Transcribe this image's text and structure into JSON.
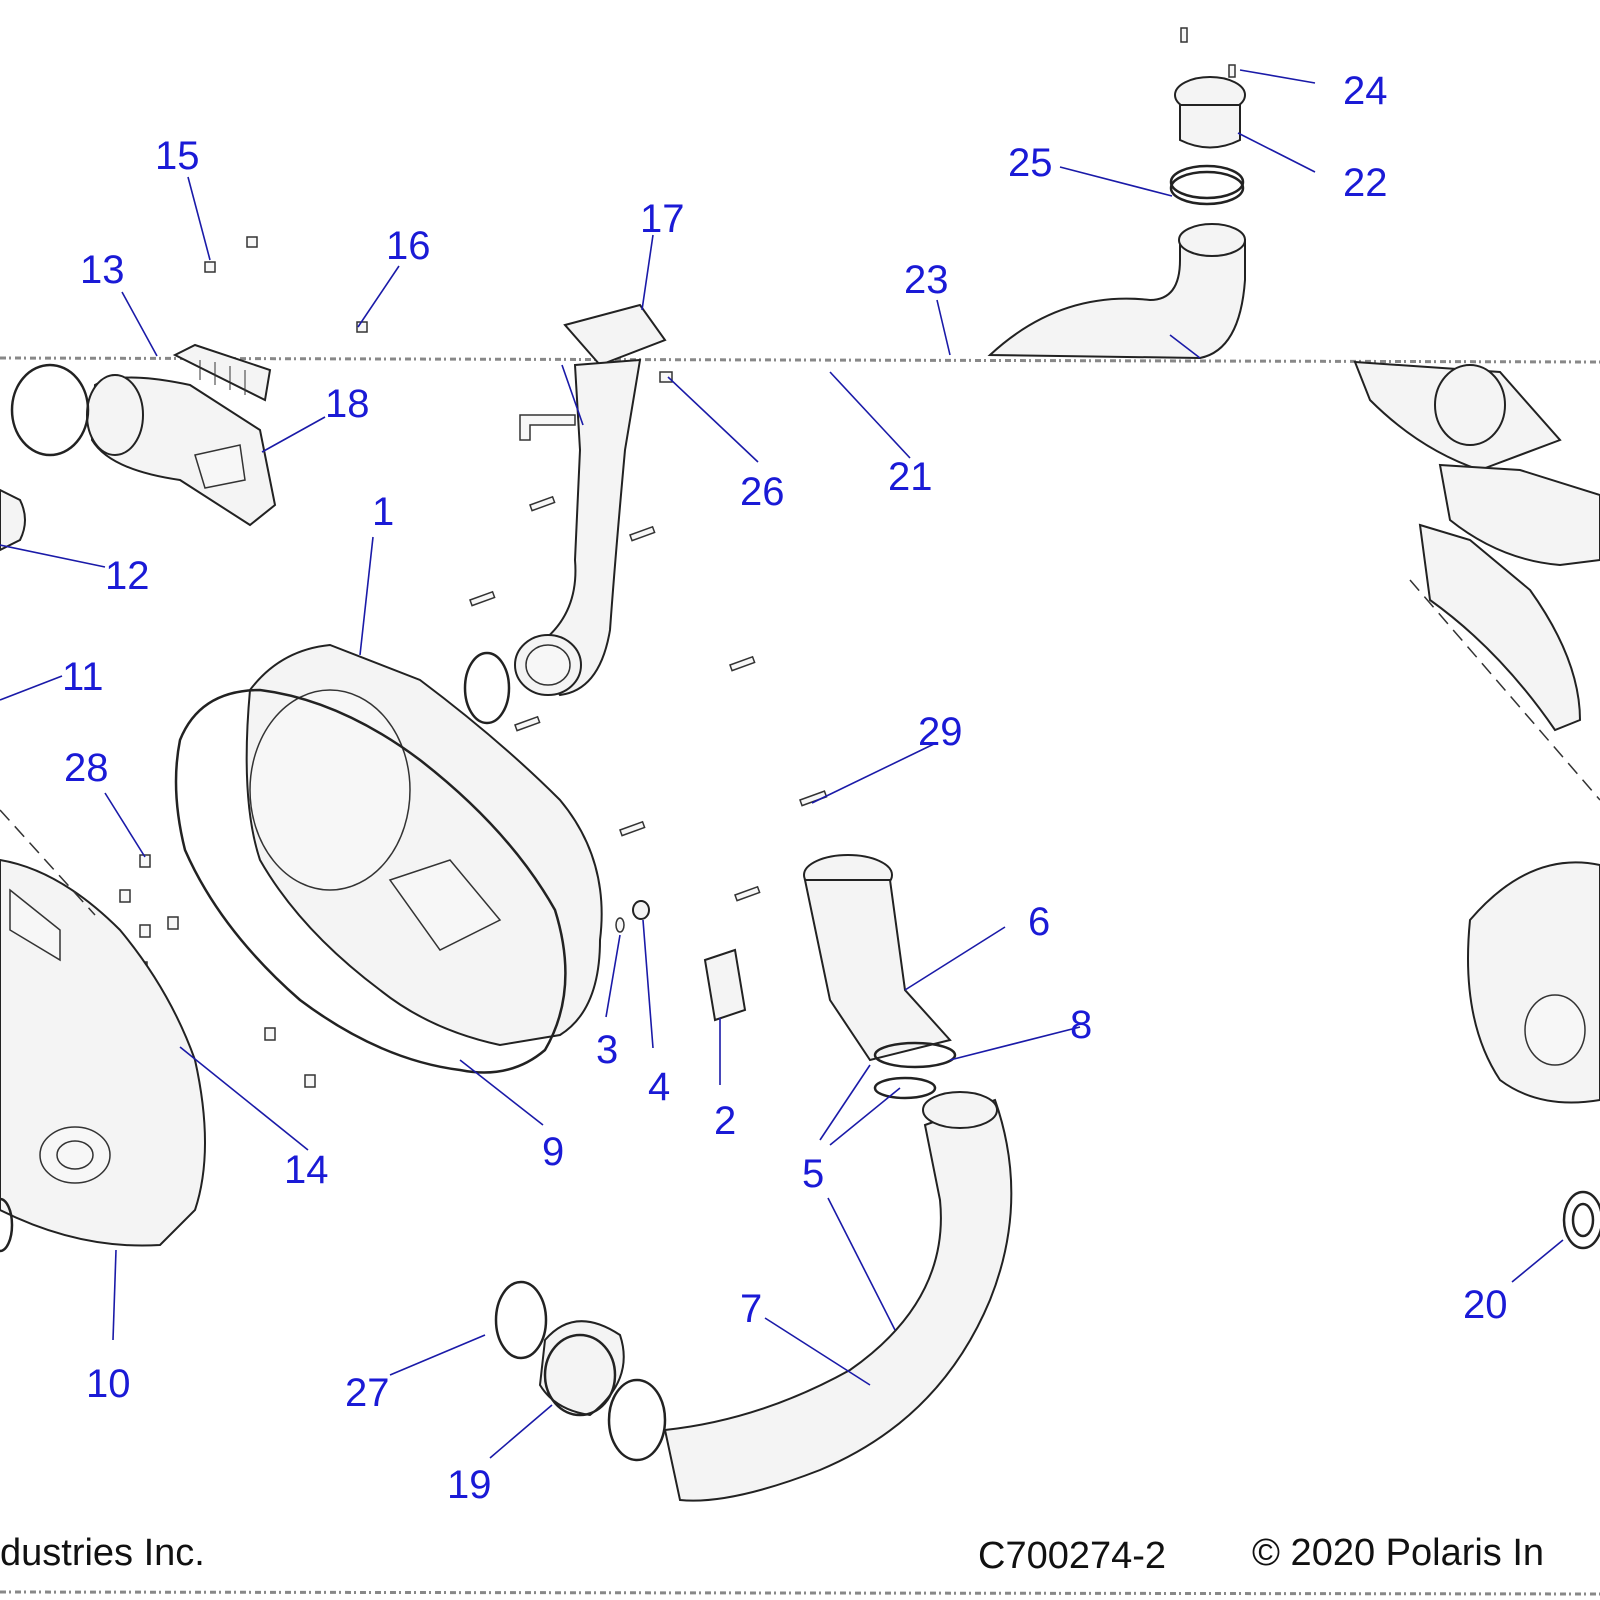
{
  "figure_id": "C700274-2",
  "footer": {
    "left_text": "dustries Inc.",
    "code": "C700274-2",
    "copyright": "© 2020 Polaris In"
  },
  "callouts": {
    "c1": "1",
    "c2": "2",
    "c3": "3",
    "c4": "4",
    "c5": "5",
    "c6": "6",
    "c7": "7",
    "c8": "8",
    "c9": "9",
    "c10": "10",
    "c11": "11",
    "c12": "12",
    "c13": "13",
    "c14": "14",
    "c15": "15",
    "c16": "16",
    "c17": "17",
    "c18": "18",
    "c19": "19",
    "c20": "20",
    "c21": "21",
    "c22": "22",
    "c23": "23",
    "c24": "24",
    "c25": "25",
    "c26": "26",
    "c27": "27",
    "c28": "28",
    "c29": "29"
  },
  "colors": {
    "callout": "#1a1ad6",
    "leader": "#1a1aa8",
    "line_art": "#222222"
  }
}
